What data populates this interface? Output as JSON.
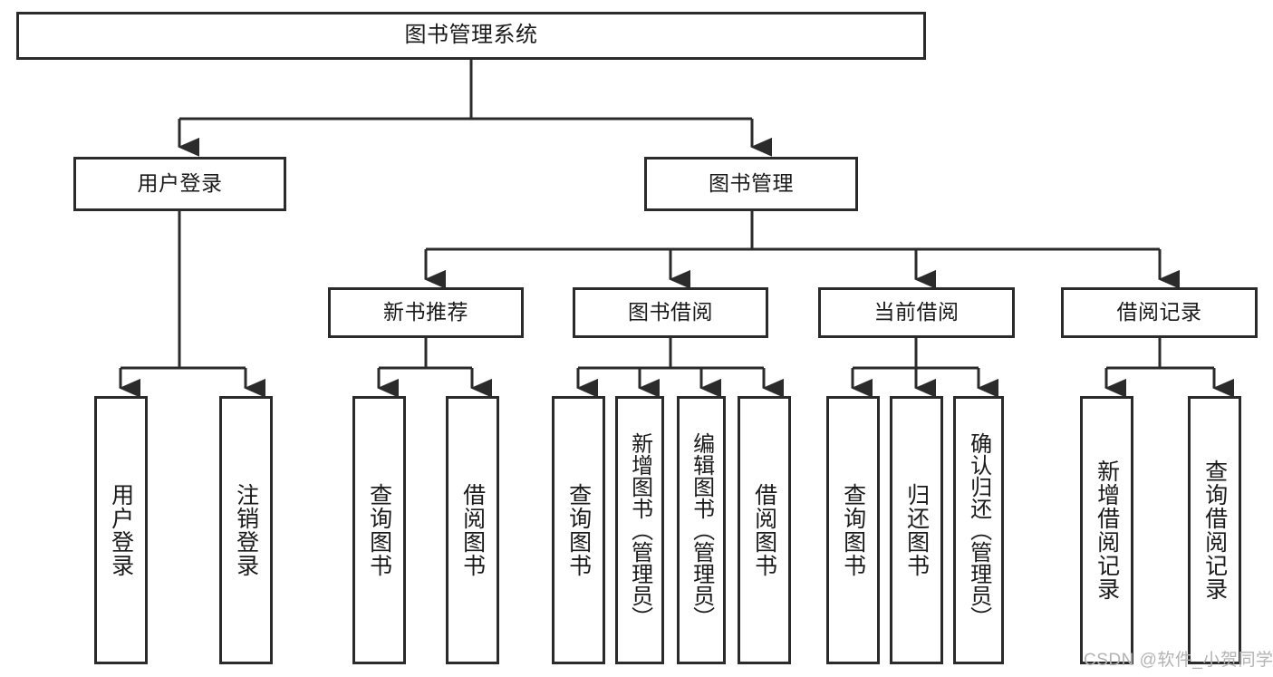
{
  "diagram": {
    "title": "图书管理系统",
    "type": "tree",
    "orientation": "top-down",
    "line_color": "#2b2b2b",
    "box_fill": "#ffffff",
    "text_color": "#1a1a1a",
    "nodes": {
      "root": {
        "label": "图书管理系统"
      },
      "level2": [
        {
          "label": "用户登录"
        },
        {
          "label": "图书管理"
        }
      ],
      "level3": [
        {
          "label": "新书推荐"
        },
        {
          "label": "图书借阅"
        },
        {
          "label": "当前借阅"
        },
        {
          "label": "借阅记录"
        }
      ],
      "leaves": [
        {
          "label": "用户登录",
          "parent": "用户登录"
        },
        {
          "label": "注销登录",
          "parent": "用户登录"
        },
        {
          "label": "查询图书",
          "parent": "新书推荐"
        },
        {
          "label": "借阅图书",
          "parent": "新书推荐"
        },
        {
          "label": "查询图书",
          "parent": "图书借阅"
        },
        {
          "label": "新增图书（管理员）",
          "parent": "图书借阅"
        },
        {
          "label": "编辑图书（管理员）",
          "parent": "图书借阅"
        },
        {
          "label": "借阅图书",
          "parent": "图书借阅"
        },
        {
          "label": "查询图书",
          "parent": "当前借阅"
        },
        {
          "label": "归还图书",
          "parent": "当前借阅"
        },
        {
          "label": "确认归还（管理员）",
          "parent": "当前借阅"
        },
        {
          "label": "新增借阅记录",
          "parent": "借阅记录"
        },
        {
          "label": "查询借阅记录",
          "parent": "借阅记录"
        }
      ]
    }
  },
  "watermark": {
    "text": "CSDN @软件_小贺同学"
  }
}
